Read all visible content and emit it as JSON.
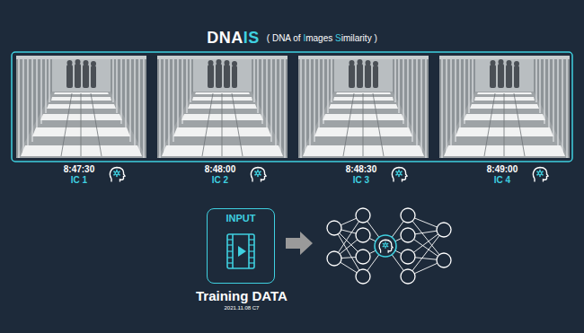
{
  "diagram": {
    "title": "DNAIS",
    "nodes": [
      {
        "text": [
          "8:47:30",
          "IC 1"
        ]
      },
      {
        "text": [
          "8:48:00",
          "IC 2"
        ]
      },
      {
        "text": [
          "8:48:30",
          "IC 3"
        ]
      },
      {
        "text": [
          "8:49:00",
          "IC 4"
        ]
      },
      {
        "text": [
          "INPUT",
          "Training DATA",
          "2021.11.08 C7"
        ]
      }
    ],
    "labels": [
      "( DNA of Images Similarity )"
    ]
  }
}
